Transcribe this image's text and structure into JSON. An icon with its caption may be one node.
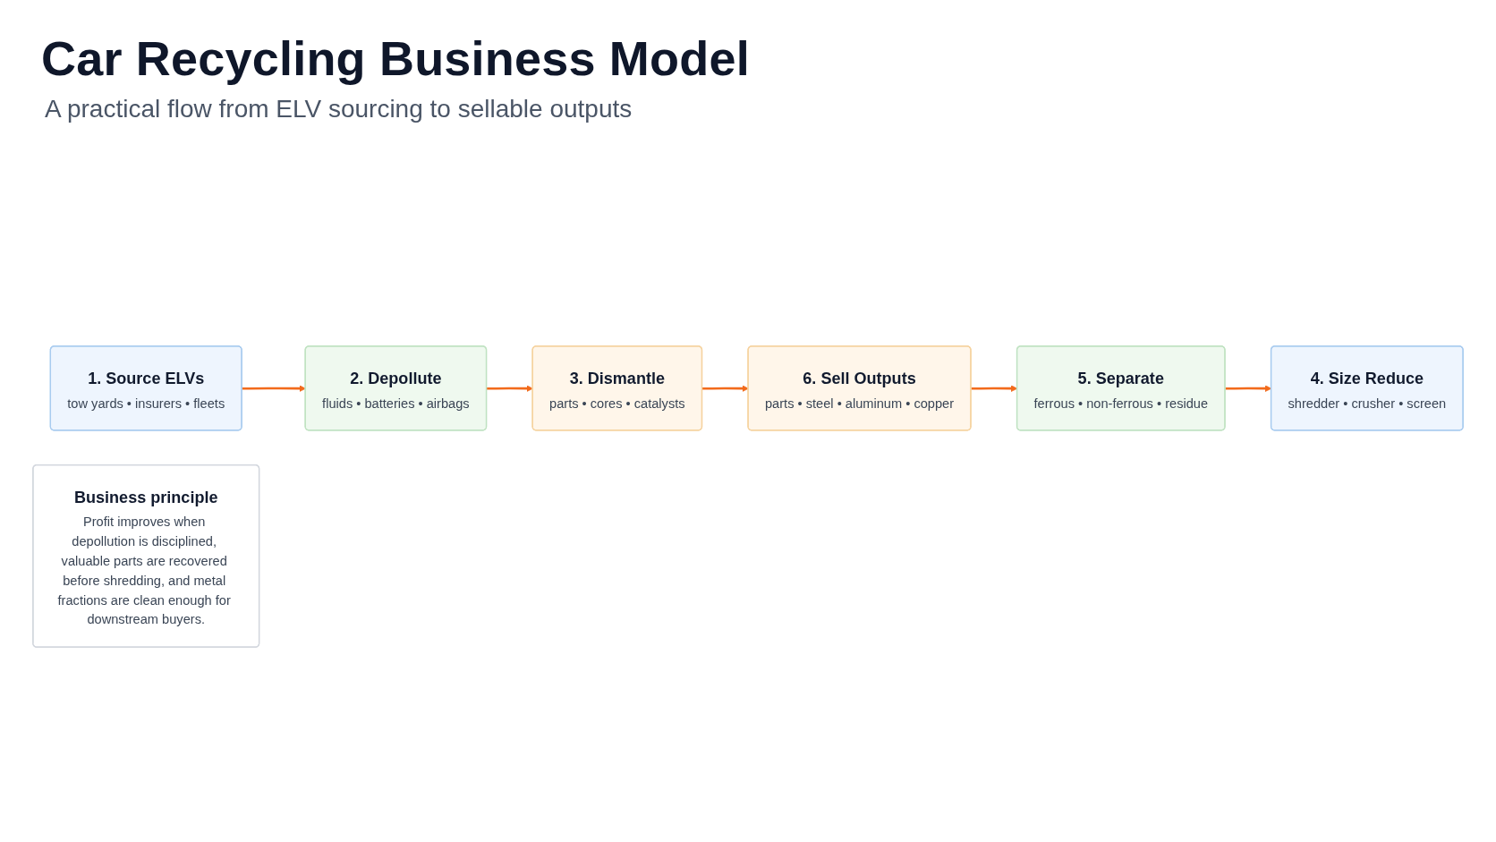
{
  "diagram": {
    "title": "Car Recycling Business Model",
    "nodes": [
      {
        "text": [
          "1. Source ELVs",
          "tow yards • insurers • fleets"
        ]
      },
      {
        "text": [
          "2. Depollute",
          "fluids • batteries • airbags"
        ]
      },
      {
        "text": [
          "3. Dismantle",
          "parts • cores • catalysts"
        ]
      },
      {
        "text": [
          "4. Size Reduce",
          "shredder • crusher • screen"
        ]
      },
      {
        "text": [
          "5. Separate",
          "ferrous • non-ferrous • residue"
        ]
      },
      {
        "text": [
          "6. Sell Outputs",
          "parts • steel • aluminum • copper"
        ]
      },
      {
        "text": [
          "Business principle",
          "Profit improves when depollution is disciplined, valuable parts are recovered before shredding, and metal fractions are clean enough for downstream buyers."
        ]
      }
    ],
    "edges": [
      {
        "from": 0,
        "to": 1,
        "arrow": "to"
      },
      {
        "from": 1,
        "to": 2,
        "arrow": "to"
      },
      {
        "from": 2,
        "to": 5,
        "arrow": "to"
      },
      {
        "from": 5,
        "to": 4,
        "arrow": "to"
      },
      {
        "from": 4,
        "to": 3,
        "arrow": "to"
      }
    ],
    "labels": [
      "A practical flow from ELV sourcing to sellable outputs"
    ]
  }
}
